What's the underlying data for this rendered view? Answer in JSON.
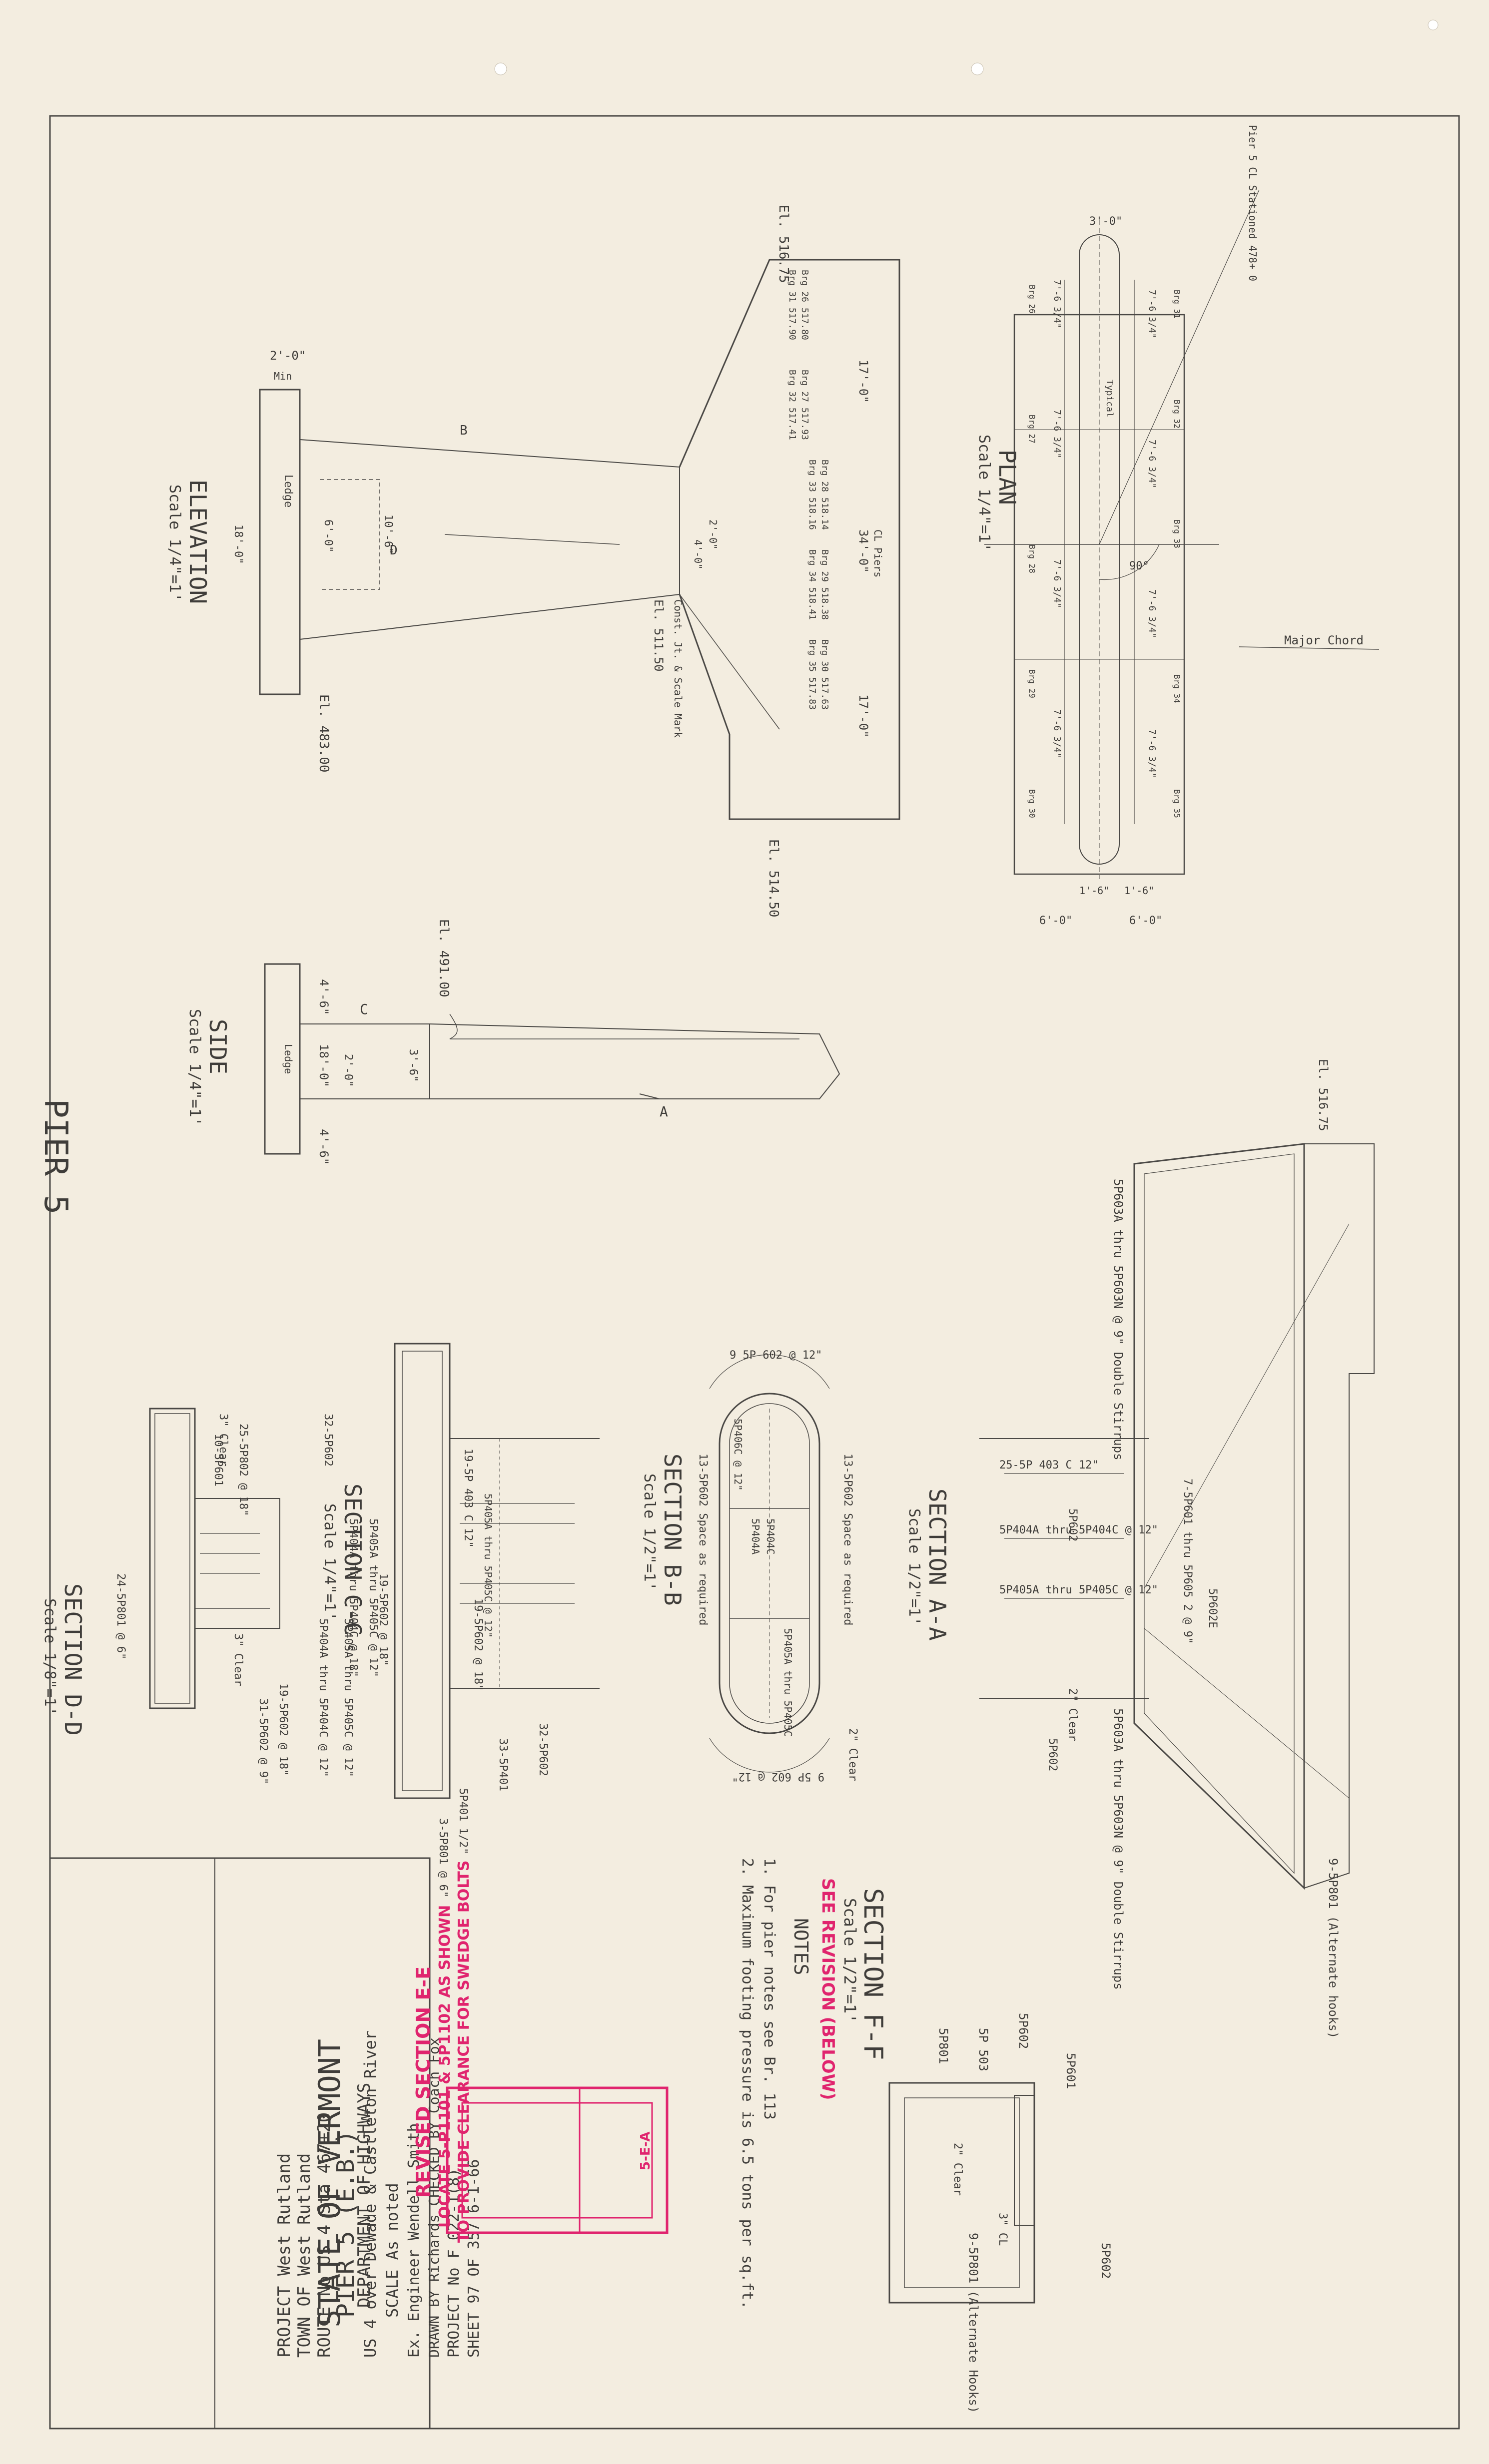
{
  "title_block": {
    "state": "STATE OF VERMONT",
    "department": "DEPARTMENT OF HIGHWAYS",
    "project_line": "PROJECT    West Rutland",
    "town_line": "TOWN OF    West Rutland",
    "route_line": "ROUTE No US 4     Sta 467+20",
    "structure_line": "PIER 5 (E.B.)",
    "crossing_line": "US 4 over DeWade & Castleton River",
    "scale_line": "SCALE   As noted",
    "engineer_line": "Ex. Engineer  Wendell Smith",
    "drawn_line": "DRAWN BY  Richards  CHECKED BY  Coach  Fox",
    "project_no_line": "PROJECT No  F 022-1(8)",
    "sheet_line": "SHEET  97  OF  357  6-1-66"
  },
  "views": {
    "elevation": {
      "title": "ELEVATION",
      "scale": "Scale 1/4\"=1'",
      "elevation_bottom": "El. 483.00",
      "dim_top": "2'-0\"",
      "min": "Min",
      "ledge": "Ledge",
      "d1": "6'-0\"",
      "d2": "10'-6\"",
      "d3": "18'-0\"",
      "b_mark": "B",
      "b_mark2": "D"
    },
    "cap": {
      "el_top": "El. 516.75",
      "el_bot": "El. 514.50",
      "el_mid": "El. 511.50",
      "dim_total": "34'-0\"",
      "dim_left": "17'-0\"",
      "dim_right": "17'-0\"",
      "cl_piers": "CL Piers",
      "joint_note": "Const. Jt. & Scale Mark",
      "dim_small": "2'-0\"",
      "dim_small2": "4'-0\"",
      "bearings": [
        "Brg 31  517.90",
        "Brg 32  517.41",
        "Brg 33  518.16",
        "Brg 34  518.41",
        "Brg 35  517.83",
        "Brg 26  517.80",
        "Brg 27  517.93",
        "Brg 28  518.14",
        "Brg 29  518.38",
        "Brg 30  517.63"
      ]
    },
    "plan": {
      "title": "PLAN",
      "scale": "Scale 1/4\"=1'",
      "pier_note": "Pier 5 CL Stationed 478+ 0",
      "major_chord": "Major Chord",
      "dim_top": "3'-0\"",
      "dim_l": "6'-0\"",
      "dim_r": "6'-0\"",
      "dim_small": "1'-6\"",
      "angle": "90°",
      "typical": "Typical",
      "bottom_dim": "1'-6\"",
      "spacings": [
        "7'-6 3/4\"",
        "7'-6 3/4\"",
        "7'-6 3/4\"",
        "7'-6 3/4\"",
        "7'-6 3/4\"",
        "7'-6 3/4\"",
        "7'-6 3/4\"",
        "7'-6 3/4\""
      ],
      "bearing_labels": [
        "Brg 26",
        "Brg 27",
        "Brg 28",
        "Brg 29",
        "Brg 30",
        "Brg 31",
        "Brg 32",
        "Brg 33",
        "Brg 34",
        "Brg 35"
      ]
    },
    "side": {
      "title": "SIDE",
      "scale": "Scale 1/4\"=1'",
      "el": "El. 491.00",
      "dim1": "4'-6\"",
      "dim2": "18'-0\"",
      "dim3": "4'-6\"",
      "ledge": "Ledge",
      "dim4": "3'-6\"",
      "dim5": "2'-0\"",
      "mark_a": "A",
      "mark_c": "C"
    },
    "pier_label": "PIER 5",
    "section_aa": {
      "title": "SECTION A-A",
      "scale": "Scale 1/2\"=1'",
      "top_el": "El. 516.75",
      "labels": [
        "5P603A thru 5P603N @ 9\" Double Stirrups",
        "25-5P 403 C 12\"",
        "5P404A thru 5P404C @ 12\"",
        "5P405A thru 5P405C @ 12\"",
        "5P602",
        "5P602E",
        "5P603A thru 5P603N @ 9\" Double Stirrups",
        "5P602",
        "2\" Clear",
        "7-5P601 thru 5P605 2 @ 9\"",
        "9-5P801 (Alternate hooks)"
      ]
    },
    "section_bb": {
      "title": "SECTION B-B",
      "scale": "Scale 1/2\"=1'",
      "labels": [
        "9 5P 602 @ 12\"",
        "13-5P602 Space as required",
        "13-5P602 Space as required",
        "9 5P 602 @ 12\"",
        "2\" Clear",
        "5P406C @ 12\"",
        "5P404A",
        "5P404C",
        "5P405A thru 5P405C"
      ]
    },
    "section_cc": {
      "title": "SECTION C-C",
      "scale": "Scale 1/4\"=1'",
      "labels": [
        "32-5P602",
        "19-5P602 @ 18\"",
        "5P405A thru 5P405C @ 12\"",
        "5P404A thru 5P404C @ 12\"",
        "33-5P401",
        "32-5P602",
        "5P401 1/2\"",
        "3-5P801 @ 6\"",
        "19-5P 403 C 12\"",
        "19-5P602 @ 18\"",
        "5P405A thru 5P405C @ 12\""
      ]
    },
    "section_dd": {
      "title": "SECTION D-D",
      "scale": "Scale 1/8\"=1'",
      "labels": [
        "3\" Clear",
        "10-5P601",
        "24-5P801 @ 6\"",
        "25-5P802 @ 18\"",
        "19-5P602 @ 18\"",
        "31-5P602 @ 9\"",
        "3\" Clear",
        "5P404A thru 5P404C @ 18\"",
        "5P405A thru 5P405C @ 12\""
      ]
    },
    "section_ff": {
      "title": "SECTION F-F",
      "scale": "Scale 1/2\"=1'",
      "see_revision": "SEE REVISION (BELOW)",
      "labels": [
        "5P801",
        "5P 503",
        "5P602",
        "5P601",
        "5P602",
        "2\" Clear",
        "9-5P801 (Alternate Hooks)",
        "3\" CL"
      ]
    },
    "notes": {
      "title": "NOTES",
      "items": [
        "1. For pier notes see Br. 113",
        "2. Maximum footing pressure is 6.5 tons per sq.ft."
      ]
    },
    "revision": {
      "title": "REVISED SECTION E-E",
      "line1": "LOCATE 5-P1101 & 5P1102 AS SHOWN",
      "line2": "TO PROVIDE CLEARANCE FOR SWEDGE BOLTS",
      "tag": "5-E-A"
    }
  },
  "colors": {
    "paper": "#f3ede0",
    "ink": "#4a4845",
    "revision": "#e0246e"
  }
}
